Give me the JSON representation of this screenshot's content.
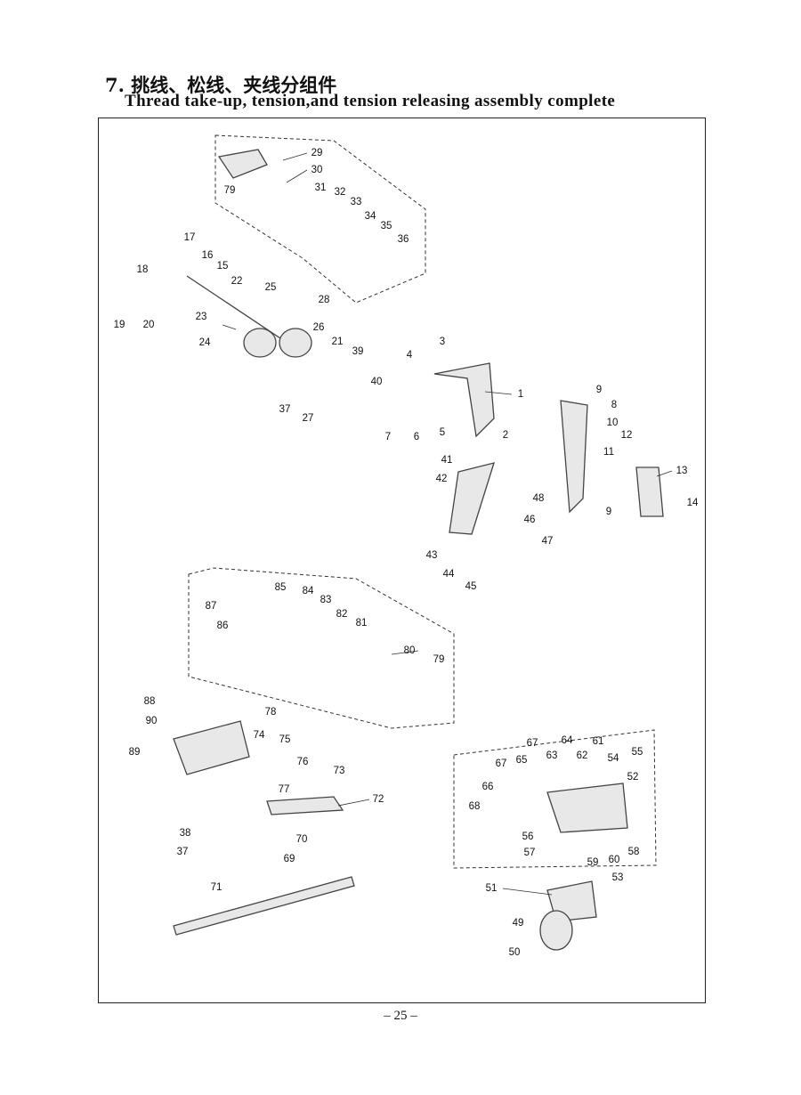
{
  "header": {
    "title_cn": "7. 挑线、松线、夹线分组件",
    "title_en": "Thread take-up, tension,and tension releasing assembly complete"
  },
  "labels": [
    "29",
    "30",
    "79",
    "31",
    "32",
    "33",
    "34",
    "35",
    "36",
    "17",
    "16",
    "15",
    "18",
    "22",
    "25",
    "28",
    "19",
    "20",
    "23",
    "24",
    "26",
    "21",
    "39",
    "40",
    "37",
    "27",
    "3",
    "4",
    "1",
    "9",
    "8",
    "10",
    "12",
    "11",
    "7",
    "6",
    "5",
    "2",
    "41",
    "42",
    "48",
    "13",
    "14",
    "9",
    "46",
    "47",
    "43",
    "44",
    "45",
    "85",
    "84",
    "83",
    "87",
    "82",
    "81",
    "86",
    "80",
    "79",
    "88",
    "78",
    "90",
    "74",
    "75",
    "89",
    "76",
    "73",
    "72",
    "77",
    "38",
    "37",
    "70",
    "69",
    "71",
    "67",
    "64",
    "61",
    "63",
    "62",
    "54",
    "55",
    "67",
    "65",
    "52",
    "66",
    "68",
    "56",
    "57",
    "59",
    "60",
    "58",
    "53",
    "51",
    "49",
    "50"
  ],
  "footer": {
    "page_number": "– 25 –"
  }
}
